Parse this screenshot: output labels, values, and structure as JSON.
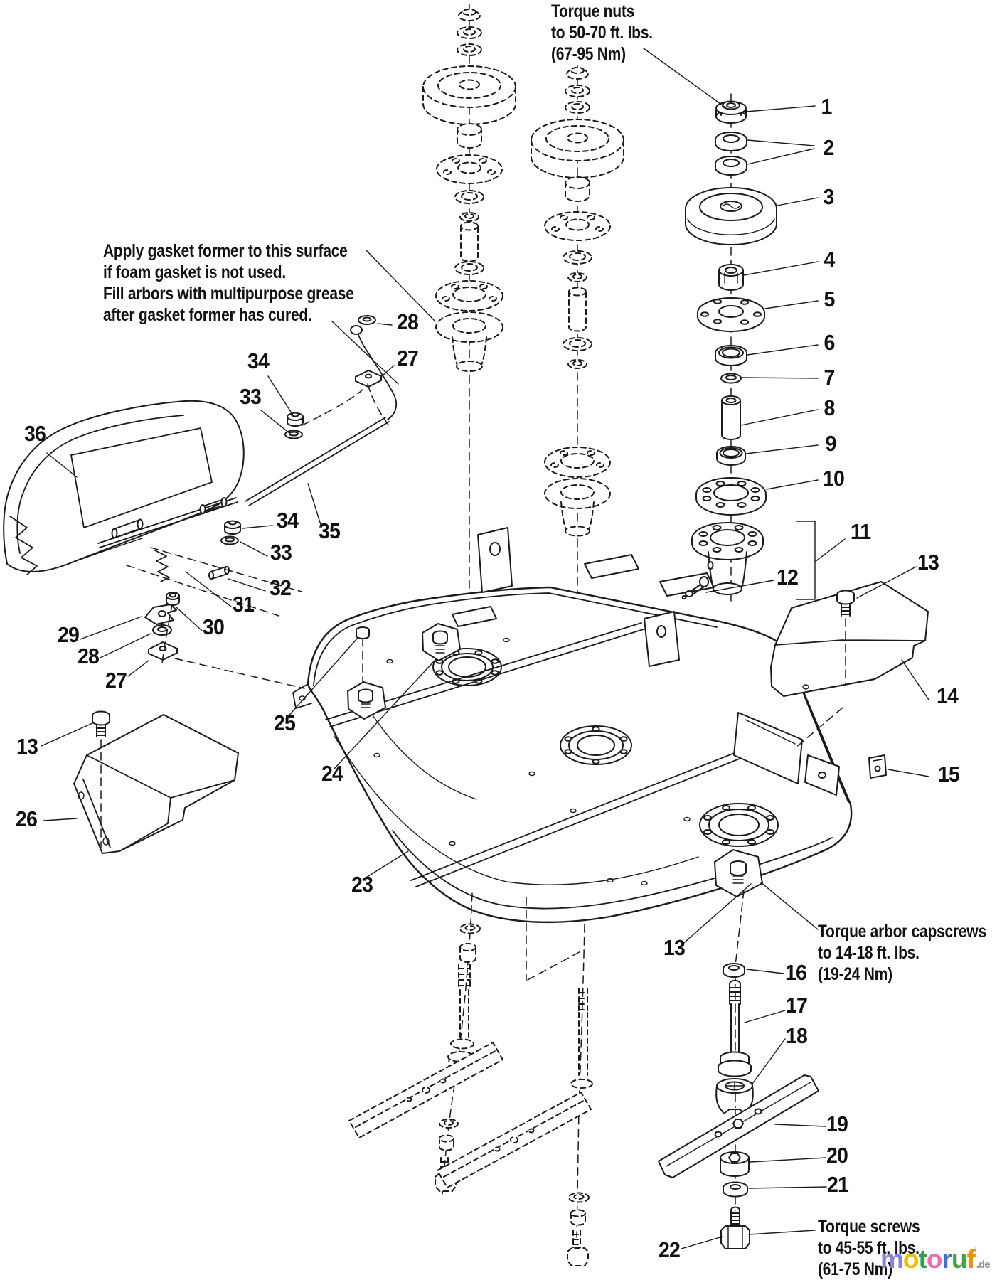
{
  "page": {
    "background": "#ffffff",
    "line_color": "#1b1b1b"
  },
  "notes": {
    "torque_nuts": [
      "Torque nuts",
      "to 50-70 ft. lbs.",
      "(67-95 Nm)"
    ],
    "gasket": [
      "Apply gasket former to this surface",
      "if foam gasket is not used.",
      "Fill arbors with multipurpose grease",
      "after gasket former has cured."
    ],
    "torque_arbor": [
      "Torque arbor capscrews",
      "to 14-18 ft. lbs.",
      "(19-24 Nm)"
    ],
    "torque_screws": [
      "Torque screws",
      "to 45-55 ft. lbs.",
      "(61-75 Nm)"
    ]
  },
  "part_numbers": {
    "1": "1",
    "2": "2",
    "3": "3",
    "4": "4",
    "5": "5",
    "6": "6",
    "7": "7",
    "8": "8",
    "9": "9",
    "10": "10",
    "11": "11",
    "12": "12",
    "13": "13",
    "14": "14",
    "15": "15",
    "16": "16",
    "17": "17",
    "18": "18",
    "19": "19",
    "20": "20",
    "21": "21",
    "22": "22",
    "23": "23",
    "24": "24",
    "25": "25",
    "26": "26",
    "27": "27",
    "28": "28",
    "29": "29",
    "30": "30",
    "31": "31",
    "32": "32",
    "33": "33",
    "34": "34",
    "35": "35",
    "36": "36"
  },
  "logo": {
    "letters": [
      {
        "ch": "m",
        "color": "#8784d6"
      },
      {
        "ch": "o",
        "color": "#eebd00"
      },
      {
        "ch": "t",
        "color": "#2da04b"
      },
      {
        "ch": "o",
        "color": "#ee6fae"
      },
      {
        "ch": "r",
        "color": "#3b70d7"
      },
      {
        "ch": "u",
        "color": "#43a146"
      },
      {
        "ch": "f",
        "color": "#f19300"
      }
    ],
    "tick": "'",
    "suffix": ".de",
    "suffix_color": "#8f8f8f"
  }
}
